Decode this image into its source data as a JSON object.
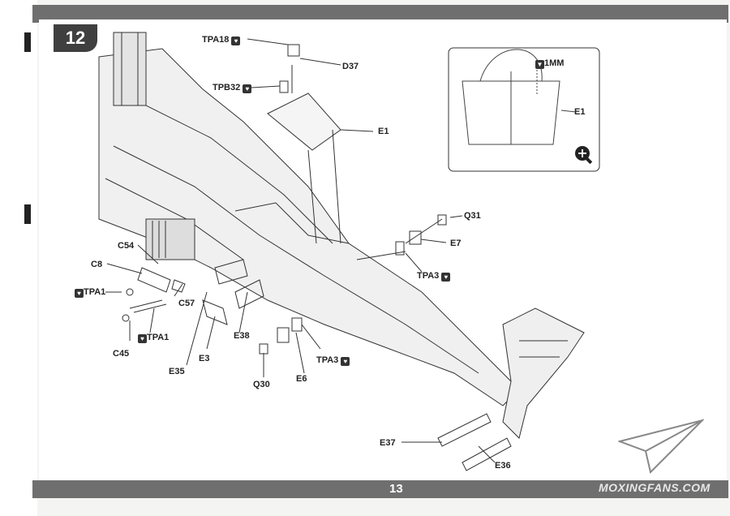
{
  "step": "12",
  "page_number": "13",
  "watermark": "MOXINGFANS.COM",
  "detail_box": {
    "measure": "1MM",
    "part": "E1"
  },
  "labels": {
    "tpa18": "TPA18",
    "d37": "D37",
    "tpb32": "TPB32",
    "e1": "E1",
    "q31": "Q31",
    "e7": "E7",
    "tpa3_top": "TPA3",
    "c54": "C54",
    "c8": "C8",
    "tpa1_left": "TPA1",
    "c57": "C57",
    "tpa1_bottom": "TPA1",
    "c45": "C45",
    "e3": "E3",
    "e38": "E38",
    "e35": "E35",
    "q30": "Q30",
    "e6": "E6",
    "tpa3_bottom": "TPA3",
    "e37": "E37",
    "e36": "E36"
  },
  "icons": {
    "glue": "glue-icon",
    "zoom": "magnify-plus-icon",
    "logo": "paper-plane-icon"
  }
}
